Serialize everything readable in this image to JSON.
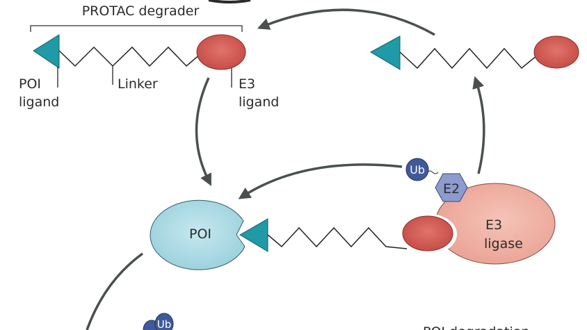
{
  "title": "PROTAC degrader",
  "labels": {
    "poi_ligand_1": "POI",
    "poi_ligand_2": "ligand",
    "linker": "Linker",
    "e3_ligand_1": "E3",
    "e3_ligand_2": "ligand",
    "poi": "POI",
    "e3_ligase_1": "E3",
    "e3_ligase_2": "ligase",
    "ub": "Ub",
    "e2": "E2",
    "ub_bottom": "Ub",
    "degradation": "POI degradation"
  },
  "colors": {
    "ligand_teal": "#1f9aa6",
    "e3_ligand_red": "#c9504a",
    "poi_blue": "#a9d8e3",
    "e3_ligase_pink": "#eeaa9e",
    "ub_blue": "#3f5a9a",
    "e2_lavender": "#8d9bcf",
    "arrow": "#4a4f4f"
  }
}
